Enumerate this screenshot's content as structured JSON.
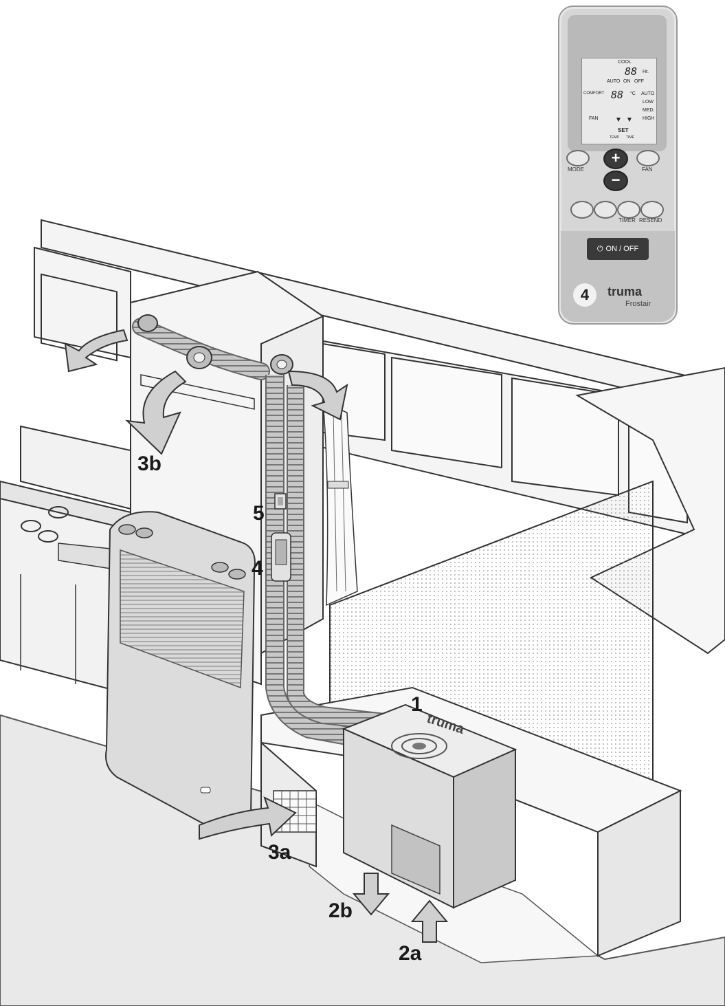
{
  "callouts": {
    "unit": "1",
    "cold_air_out": "2b",
    "warm_air_in": "2a",
    "intake_air": "3a",
    "outlet_air": "3b",
    "remote_panel": "4",
    "switch": "5"
  },
  "remote": {
    "cool": "COOL",
    "hr_digits": "88",
    "hr_unit": "Hr.",
    "auto": "AUTO",
    "on": "ON",
    "off": "OFF",
    "comfort": "COMFORT",
    "temp_digits": "88",
    "temp_unit": "°C",
    "fan_auto": "AUTO",
    "fan_low": "LOW",
    "fan_med": "MED.",
    "fan_high": "HIGH",
    "fan": "FAN",
    "set": "SET",
    "set_temp": "TEMP",
    "set_time": "TIME",
    "mode_button": "MODE",
    "fan_button": "FAN",
    "plus": "+",
    "minus": "−",
    "timer_button": "TIMER",
    "resend_button": "RESEND",
    "onoff_button": "ON / OFF",
    "callout": "4",
    "brand": "truma",
    "model": "Frostair"
  },
  "unit_label": {
    "brand": "truma"
  }
}
